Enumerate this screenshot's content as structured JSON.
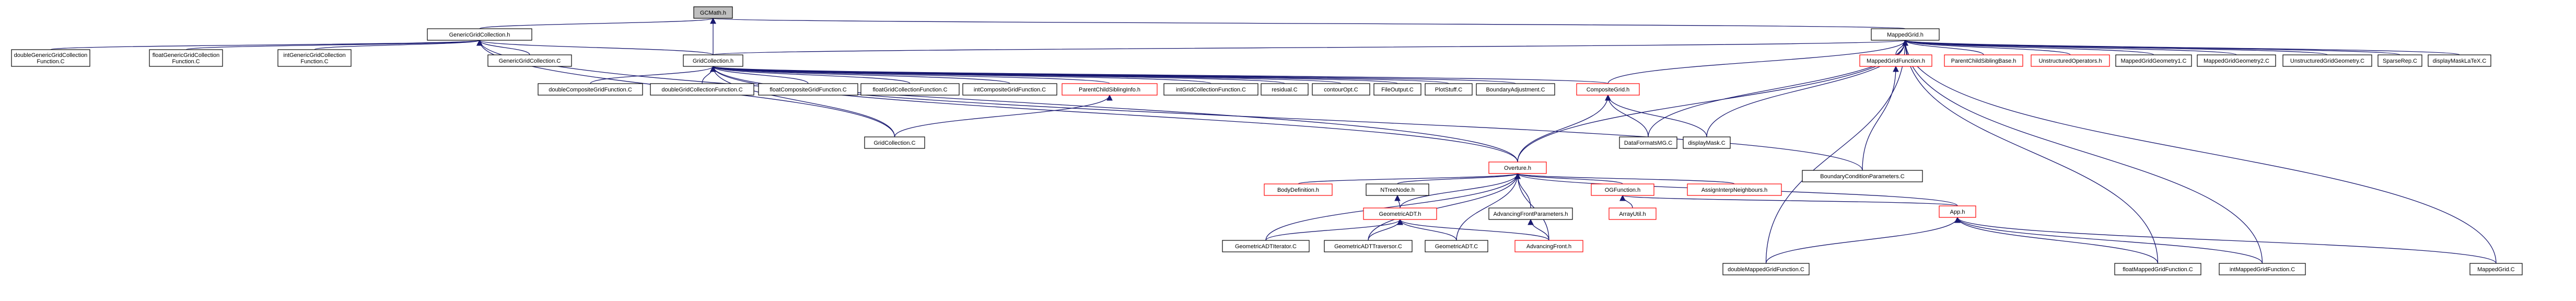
{
  "graph": {
    "nodes": [
      {
        "id": "gcmath",
        "lines": [
          "GCMath.h"
        ],
        "red": false,
        "root": true
      },
      {
        "id": "gengc",
        "lines": [
          "GenericGridCollection.h"
        ],
        "red": false
      },
      {
        "id": "mgrid",
        "lines": [
          "MappedGrid.h"
        ],
        "red": false
      },
      {
        "id": "dggcf",
        "lines": [
          "doubleGenericGridCollection",
          "Function.C"
        ],
        "red": false
      },
      {
        "id": "fggcf",
        "lines": [
          "floatGenericGridCollection",
          "Function.C"
        ],
        "red": false
      },
      {
        "id": "iggcf",
        "lines": [
          "intGenericGridCollection",
          "Function.C"
        ],
        "red": false
      },
      {
        "id": "ggcc",
        "lines": [
          "GenericGridCollection.C"
        ],
        "red": false
      },
      {
        "id": "gc",
        "lines": [
          "GridCollection.h"
        ],
        "red": false
      },
      {
        "id": "mgf",
        "lines": [
          "MappedGridFunction.h"
        ],
        "red": true
      },
      {
        "id": "pcsb",
        "lines": [
          "ParentChildSiblingBase.h"
        ],
        "red": true
      },
      {
        "id": "uop",
        "lines": [
          "UnstructuredOperators.h"
        ],
        "red": true
      },
      {
        "id": "mg1",
        "lines": [
          "MappedGridGeometry1.C"
        ],
        "red": false
      },
      {
        "id": "mg2",
        "lines": [
          "MappedGridGeometry2.C"
        ],
        "red": false
      },
      {
        "id": "ugg",
        "lines": [
          "UnstructuredGridGeometry.C"
        ],
        "red": false
      },
      {
        "id": "srep",
        "lines": [
          "SparseRep.C"
        ],
        "red": false
      },
      {
        "id": "dml",
        "lines": [
          "displayMaskLaTeX.C"
        ],
        "red": false
      },
      {
        "id": "dcgf",
        "lines": [
          "doubleCompositeGridFunction.C"
        ],
        "red": false
      },
      {
        "id": "dgcf",
        "lines": [
          "doubleGridCollectionFunction.C"
        ],
        "red": false
      },
      {
        "id": "fcgf",
        "lines": [
          "floatCompositeGridFunction.C"
        ],
        "red": false
      },
      {
        "id": "fgcf",
        "lines": [
          "floatGridCollectionFunction.C"
        ],
        "red": false
      },
      {
        "id": "icgf",
        "lines": [
          "intCompositeGridFunction.C"
        ],
        "red": false
      },
      {
        "id": "pcs",
        "lines": [
          "ParentChildSiblingInfo.h"
        ],
        "red": true
      },
      {
        "id": "igcf",
        "lines": [
          "intGridCollectionFunction.C"
        ],
        "red": false
      },
      {
        "id": "resid",
        "lines": [
          "residual.C"
        ],
        "red": false
      },
      {
        "id": "cc",
        "lines": [
          "contourOpt.C"
        ],
        "red": false
      },
      {
        "id": "fo",
        "lines": [
          "FileOutput.C"
        ],
        "red": false
      },
      {
        "id": "ps",
        "lines": [
          "PlotStuff.C"
        ],
        "red": false
      },
      {
        "id": "ba",
        "lines": [
          "BoundaryAdjustment.C"
        ],
        "red": false
      },
      {
        "id": "cg",
        "lines": [
          "CompositeGrid.h"
        ],
        "red": true
      },
      {
        "id": "gcc",
        "lines": [
          "GridCollection.C"
        ],
        "red": false
      },
      {
        "id": "dfmc",
        "lines": [
          "DataFormatsMG.C"
        ],
        "red": false
      },
      {
        "id": "dm",
        "lines": [
          "displayMask.C"
        ],
        "red": false
      },
      {
        "id": "ovt",
        "lines": [
          "Overture.h"
        ],
        "red": true
      },
      {
        "id": "bcp",
        "lines": [
          "BoundaryConditionParameters.C"
        ],
        "red": false
      },
      {
        "id": "bd",
        "lines": [
          "BodyDefinition.h"
        ],
        "red": true
      },
      {
        "id": "ntn",
        "lines": [
          "NTreeNode.h"
        ],
        "red": false
      },
      {
        "id": "og",
        "lines": [
          "OGFunction.h"
        ],
        "red": true
      },
      {
        "id": "amn",
        "lines": [
          "AssignInterpNeighbours.h"
        ],
        "red": true
      },
      {
        "id": "gadt",
        "lines": [
          "GeometricADT.h"
        ],
        "red": true
      },
      {
        "id": "afp",
        "lines": [
          "AdvancingFrontParameters.h"
        ],
        "red": false
      },
      {
        "id": "au",
        "lines": [
          "ArrayUtil.h"
        ],
        "red": true
      },
      {
        "id": "app",
        "lines": [
          "App.h"
        ],
        "red": true
      },
      {
        "id": "adtit",
        "lines": [
          "GeometricADTIterator.C"
        ],
        "red": false
      },
      {
        "id": "adttr",
        "lines": [
          "GeometricADTTraversor.C"
        ],
        "red": false
      },
      {
        "id": "gadtc",
        "lines": [
          "GeometricADT.C"
        ],
        "red": false
      },
      {
        "id": "af",
        "lines": [
          "AdvancingFront.h"
        ],
        "red": true
      },
      {
        "id": "dmgf",
        "lines": [
          "doubleMappedGridFunction.C"
        ],
        "red": false
      },
      {
        "id": "fmgf",
        "lines": [
          "floatMappedGridFunction.C"
        ],
        "red": false
      },
      {
        "id": "imgf",
        "lines": [
          "intMappedGridFunction.C"
        ],
        "red": false
      },
      {
        "id": "mgc",
        "lines": [
          "MappedGrid.C"
        ],
        "red": false
      }
    ]
  }
}
